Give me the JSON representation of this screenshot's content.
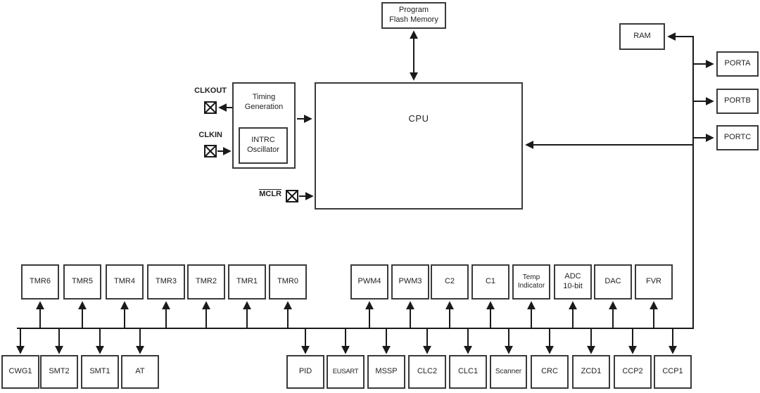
{
  "blocks": {
    "program_flash_memory": "Program\nFlash Memory",
    "cpu": "CPU",
    "timing_generation": "Timing\nGeneration",
    "intrc_oscillator": "INTRC\nOscillator",
    "ram": "RAM",
    "ports": [
      "PORTA",
      "PORTB",
      "PORTC"
    ]
  },
  "pins": {
    "clkout": "CLKOUT",
    "clkin": "CLKIN",
    "mclr": "MCLR"
  },
  "peripherals_row1": [
    "TMR6",
    "TMR5",
    "TMR4",
    "TMR3",
    "TMR2",
    "TMR1",
    "TMR0",
    "PWM4",
    "PWM3",
    "C2",
    "C1",
    "Temp\nIndicator",
    "ADC\n10-bit",
    "DAC",
    "FVR"
  ],
  "peripherals_row2": [
    "CWG1",
    "SMT2",
    "SMT1",
    "AT",
    "PID",
    "EUSART",
    "MSSP",
    "CLC2",
    "CLC1",
    "Scanner",
    "CRC",
    "ZCD1",
    "CCP2",
    "CCP1"
  ],
  "colors": {
    "line": "#1a1a1a",
    "box_border": "#3a3a3a",
    "text": "#222222",
    "background": "#ffffff"
  }
}
